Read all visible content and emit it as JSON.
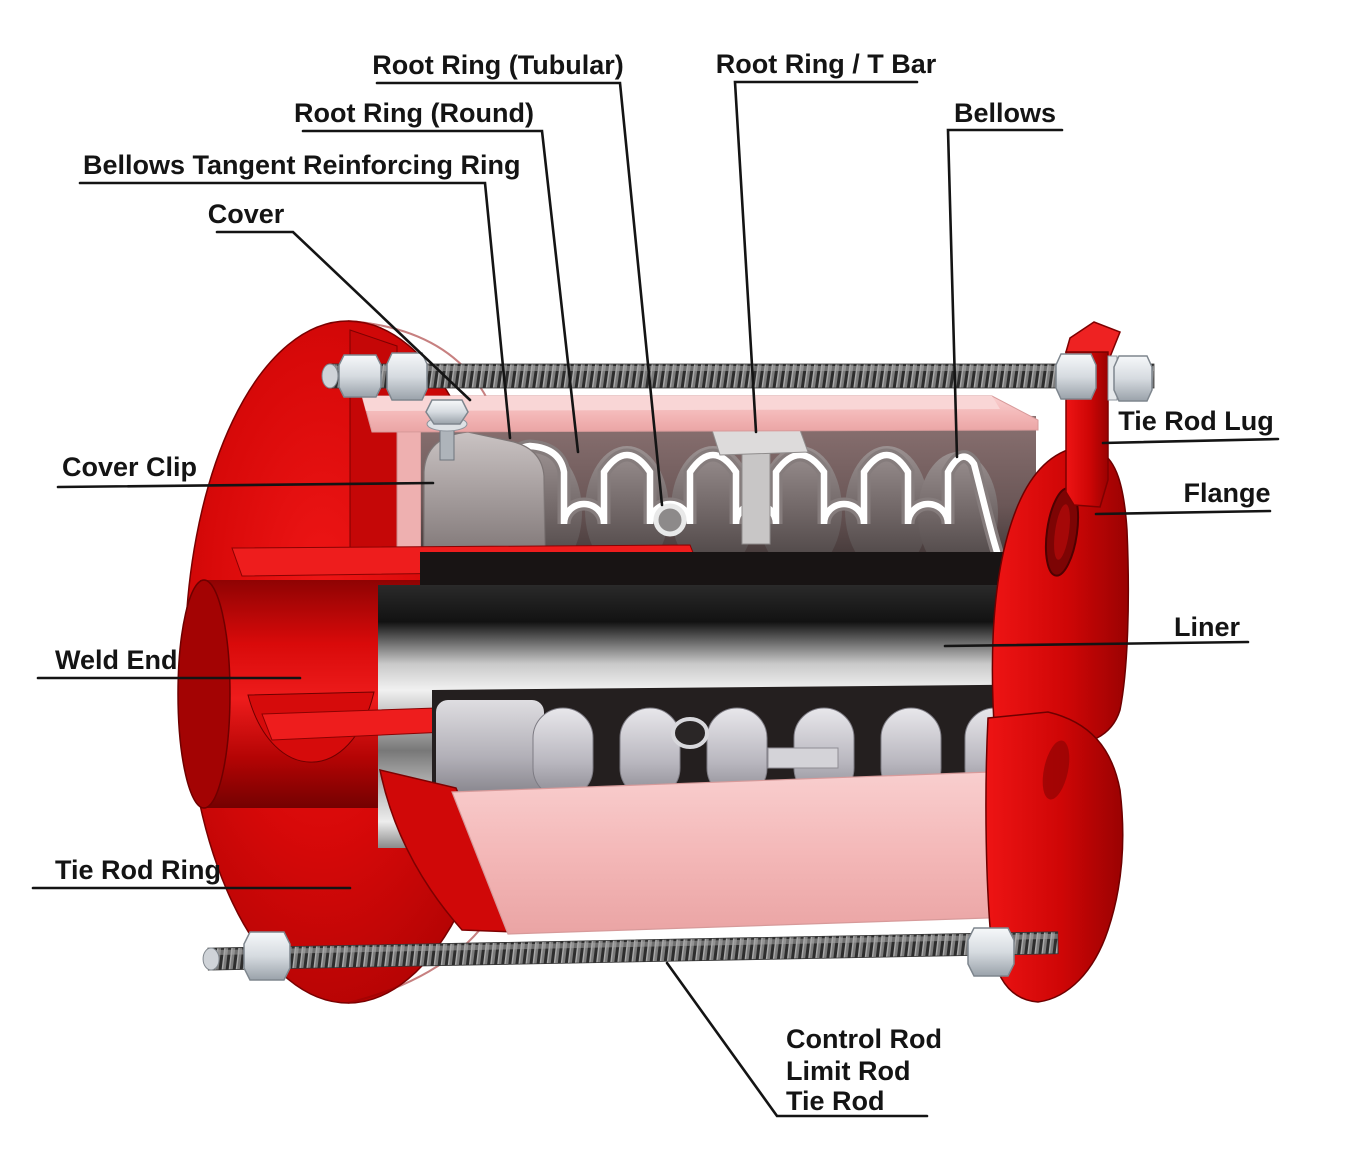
{
  "diagram": {
    "type": "labeled-engineering-diagram",
    "subject": "Expansion joint (bellows) cutaway with part callouts",
    "labels": {
      "root_ring_tubular": "Root Ring (Tubular)",
      "root_ring_round": "Root Ring (Round)",
      "bellows_tangent_reinforcing_ring": "Bellows Tangent Reinforcing Ring",
      "cover": "Cover",
      "root_ring_t_bar": "Root Ring / T Bar",
      "bellows": "Bellows",
      "cover_clip": "Cover Clip",
      "tie_rod_lug": "Tie Rod Lug",
      "flange": "Flange",
      "liner": "Liner",
      "weld_end": "Weld End",
      "tie_rod_ring": "Tie Rod Ring",
      "control_rod": "Control Rod",
      "limit_rod": "Limit Rod",
      "tie_rod": "Tie Rod"
    },
    "colors": {
      "annotation": "#141414",
      "red": "#d40909",
      "dark_red": "#8e0202",
      "pink_cover": "#f5bcbc",
      "metal_light": "#e8eaed",
      "bellows_gray": "#6f6666",
      "liner_silver": "#d9d9d9",
      "background": "#ffffff"
    }
  }
}
